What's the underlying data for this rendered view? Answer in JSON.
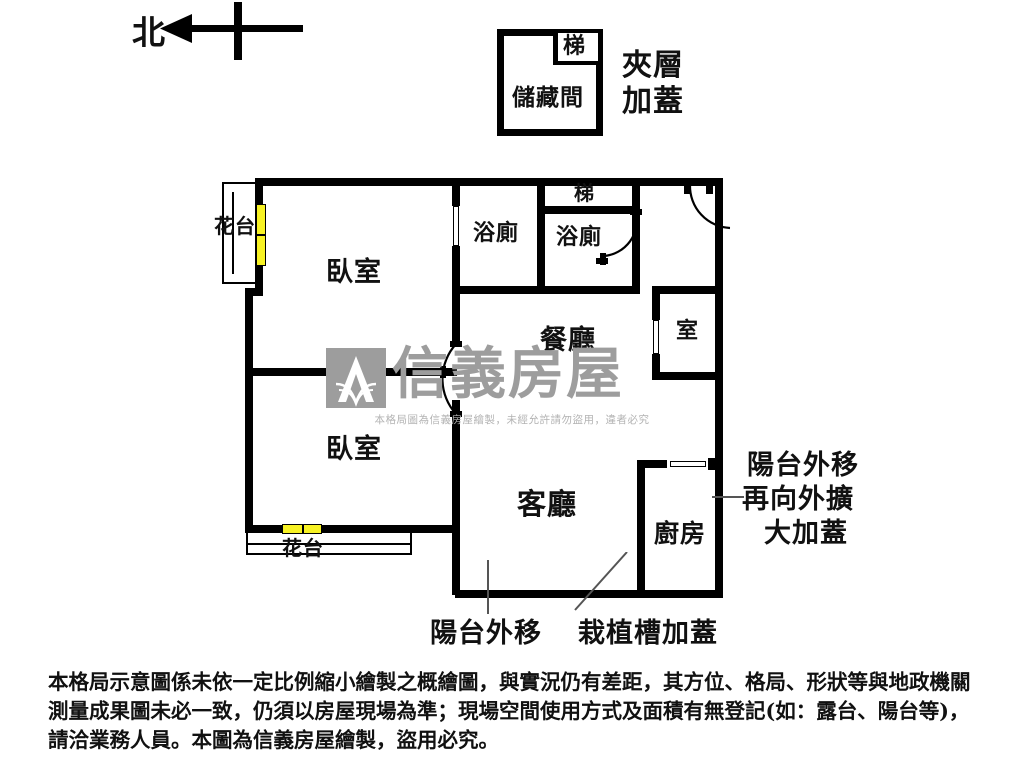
{
  "compass": {
    "label": "北",
    "direction": "west-arrow"
  },
  "mezzanine": {
    "storage_label": "儲藏間",
    "stair_label": "梯",
    "annotation_line1": "夾層",
    "annotation_line2": "加蓋"
  },
  "floorplan": {
    "rooms": [
      {
        "key": "bedroom_top",
        "label": "臥室"
      },
      {
        "key": "bedroom_bottom",
        "label": "臥室"
      },
      {
        "key": "bath_left",
        "label": "浴廁"
      },
      {
        "key": "bath_right",
        "label": "浴廁"
      },
      {
        "key": "stair",
        "label": "梯"
      },
      {
        "key": "dining",
        "label": "餐廳"
      },
      {
        "key": "small_room",
        "label": "室"
      },
      {
        "key": "living",
        "label": "客廳"
      },
      {
        "key": "kitchen",
        "label": "廚房"
      },
      {
        "key": "planter_top",
        "label": "花台"
      },
      {
        "key": "planter_bottom",
        "label": "花台"
      }
    ]
  },
  "annotations": {
    "right_line1": "陽台外移",
    "right_line2": "再向外擴",
    "right_line3": "大加蓋",
    "bottom_left": "陽台外移",
    "bottom_right": "栽植槽加蓋"
  },
  "watermark": {
    "brand": "信義房屋",
    "note": "本格局圖為信義房屋繪製，未經允許請勿盜用，違者必究",
    "color": "#9d9d9d"
  },
  "disclaimer": {
    "text": "本格局示意圖係未依一定比例縮小繪製之概繪圖，與實況仍有差距，其方位、格局、形狀等與地政機關測量成果圖未必一致，仍須以房屋現場為準；現場空間使用方式及面積有無登記(如：露台、陽台等)，請洽業務人員。本圖為信義房屋繪製，盜用必究。"
  },
  "colors": {
    "wall": "#000000",
    "window": "#f7f224",
    "text": "#111111",
    "watermark": "#9d9d9d"
  }
}
